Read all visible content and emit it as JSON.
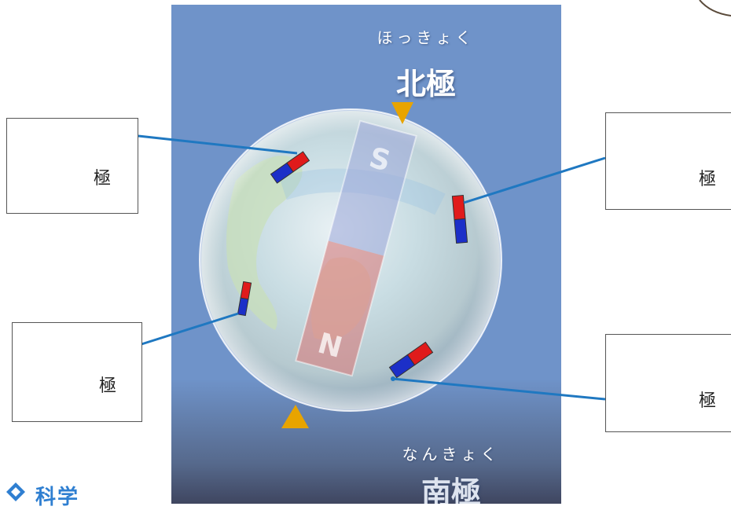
{
  "diagram": {
    "north_reading": "ほっきょく",
    "north_kanji": "北極",
    "south_reading": "なんきょく",
    "south_kanji": "南極",
    "bar_magnet": {
      "top_pole": "S",
      "bottom_pole": "N"
    },
    "answer_boxes": [
      {
        "id": "top-left",
        "label": "極"
      },
      {
        "id": "bottom-left",
        "label": "極"
      },
      {
        "id": "top-right",
        "label": "極"
      },
      {
        "id": "bottom-right",
        "label": "極"
      }
    ],
    "colors": {
      "background": "#6f93c9",
      "north_marker": "#e8a400",
      "magnet_red": "#e01b1b",
      "magnet_blue": "#1c2fc8",
      "leader_line": "#1f78c1"
    },
    "logo_text": "科学"
  }
}
